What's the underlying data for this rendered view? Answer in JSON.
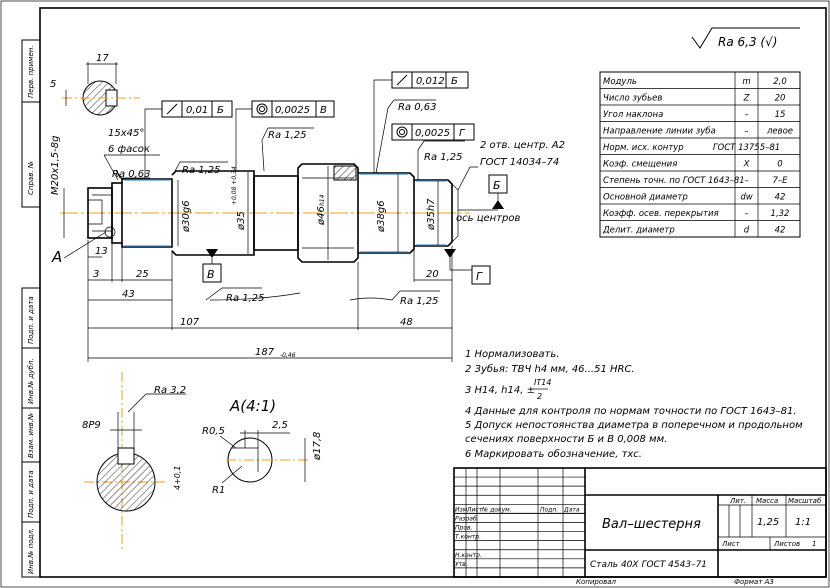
{
  "sheet": {
    "side_stamps": [
      "Перв. примен.",
      "Справ. №",
      "Подп. и дата",
      "Инв.№ дубл.",
      "Взам. инв.№",
      "Подп. и дата",
      "Инв.№ подл."
    ],
    "roughness_general": "Ra 6,3 (√)",
    "footer_copy": "Копировал",
    "footer_format": "Формат А3"
  },
  "gear_table": [
    {
      "name": "Модуль",
      "symbol": "m",
      "value": "2,0"
    },
    {
      "name": "Число зубьев",
      "symbol": "Z",
      "value": "20"
    },
    {
      "name": "Угол наклона",
      "symbol": "–",
      "value": "15"
    },
    {
      "name": "Направление линии зуба",
      "symbol": "–",
      "value": "левое"
    },
    {
      "name": "Норм. исх. контур",
      "symbol": "ГОСТ 13755–81",
      "value": ""
    },
    {
      "name": "Коэф. смещения",
      "symbol": "X",
      "value": "0"
    },
    {
      "name": "Степень точн. по ГОСТ 1643–81",
      "symbol": "–",
      "value": "7–Е"
    },
    {
      "name": "Основной диаметр",
      "symbol": "dw",
      "value": "42"
    },
    {
      "name": "Коэфф. осев. перекрытия",
      "symbol": "–",
      "value": "1,32"
    },
    {
      "name": "Делит. диаметр",
      "symbol": "d",
      "value": "42"
    }
  ],
  "annotations": {
    "tol_left": {
      "symbol": "↗",
      "value": "0,01",
      "base": "Б"
    },
    "tol_mid": {
      "symbol": "◎",
      "value": "0,0025",
      "base": "В"
    },
    "tol_right1": {
      "symbol": "↗",
      "value": "0,012",
      "base": "Б"
    },
    "tol_right2": {
      "symbol": "◎",
      "value": "0,0025",
      "base": "Г"
    },
    "ra_063_top": "Ra 0,63",
    "ra_063_left": "Ra 0,63",
    "ra_125_a": "Ra 1,25",
    "ra_125_b": "Ra 1,25",
    "ra_125_c": "Ra 1,25",
    "ra_125_d": "Ra 1,25",
    "ra_125_e": "Ra 1,25",
    "ra_32": "Ra 3,2",
    "chamfer": "15x45°",
    "chamfer_count": "6 фасок",
    "thread": "M20x1,5-8g",
    "centers": "2 отв. центр. А2",
    "centers_gost": "ГОСТ 14034–74",
    "axis_centers": "ось центров",
    "base_b": "Б",
    "base_v": "В",
    "base_g": "Г",
    "view_a": "А",
    "view_a_scale": "А(4:1)"
  },
  "dimensions": {
    "d30": "ø30g6",
    "d35": "ø35",
    "d35_tol": "+0,08 +0,34",
    "d46": "ø46",
    "d46_tol": "h14",
    "d38": "ø38g6",
    "d35h7": "ø35h7",
    "len_17": "17",
    "len_5": "5",
    "len_13": "13",
    "len_3": "3",
    "len_25": "25",
    "len_43": "43",
    "len_107": "107",
    "len_187": "187",
    "len_187_tol": "-0,46",
    "len_48": "48",
    "len_20": "20",
    "key_8p9": "8Р9",
    "key_4": "4+0,1",
    "r05": "R0,5",
    "r1": "R1",
    "dim_25": "2,5",
    "d178": "ø17,8"
  },
  "notes": [
    "1 Нормализовать.",
    "2 Зубья: ТВЧ h4 мм, 46...51 HRC.",
    "3 H14, h14, ±",
    "4 Данные для контроля по нормам точности по ГОСТ 1643–81.",
    "5 Допуск непостоянства диаметра в поперечном и продольном",
    "сечениях поверхности Б и В 0,008 мм.",
    "6 Маркировать обозначение, тхс."
  ],
  "note3_frac_num": "IT14",
  "note3_frac_den": "2",
  "title_block": {
    "name": "Вал–шестерня",
    "material": "Сталь 40Х ГОСТ 4543–71",
    "col_lit": "Лит.",
    "col_mass": "Масса",
    "col_scale": "Масштаб",
    "mass": "1,25",
    "scale": "1:1",
    "sheet_label": "Лист",
    "sheets_label": "Листов",
    "sheets": "1",
    "rows": [
      "Изм.",
      "Лист",
      "№ докум.",
      "Подп.",
      "Дата"
    ],
    "roles": [
      "Разраб.",
      "Пров.",
      "Т.контр.",
      "",
      "Н.контр.",
      "Утв."
    ]
  }
}
